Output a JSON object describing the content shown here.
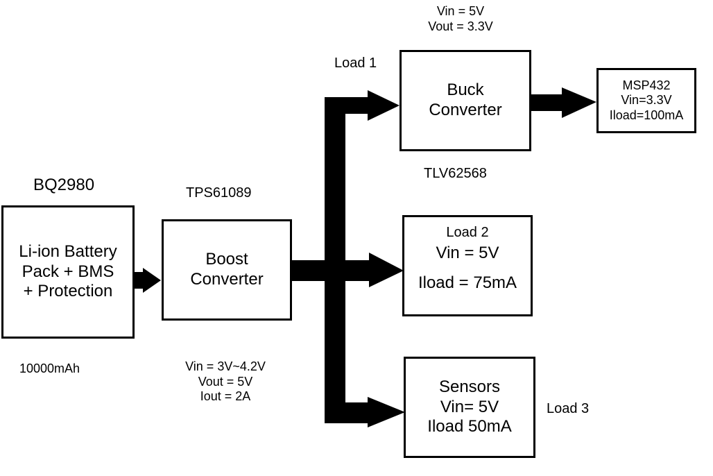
{
  "blocks": {
    "battery": {
      "lines": [
        "Li-ion Battery",
        "Pack + BMS",
        "+ Protection"
      ],
      "chip": "BQ2980",
      "capacity": "10000mAh"
    },
    "boost": {
      "lines": [
        "Boost",
        "Converter"
      ],
      "chip": "TPS61089",
      "specs": [
        "Vin = 3V~4.2V",
        "Vout = 5V",
        "Iout = 2A"
      ]
    },
    "buck": {
      "lines": [
        "Buck",
        "Converter"
      ],
      "chip": "TLV62568",
      "specs": [
        "Vin = 5V",
        "Vout = 3.3V"
      ],
      "load_label": "Load 1"
    },
    "mcu": {
      "lines": [
        "MSP432",
        "Vin=3.3V",
        "Iload=100mA"
      ]
    },
    "load2": {
      "lines": [
        "Load 2",
        "Vin = 5V",
        "Iload = 75mA"
      ]
    },
    "sensors": {
      "lines": [
        "Sensors",
        "Vin= 5V",
        "Iload 50mA"
      ],
      "load_label": "Load 3"
    }
  },
  "colors": {
    "stroke": "#000000",
    "background": "#ffffff"
  }
}
